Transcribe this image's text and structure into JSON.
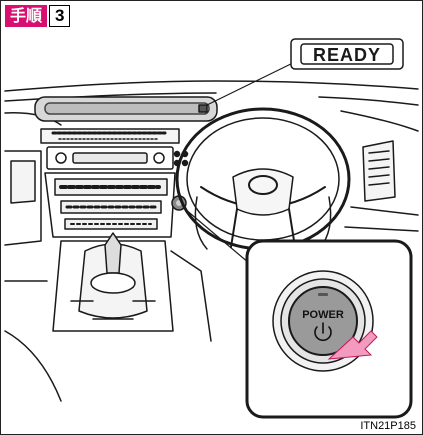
{
  "step": {
    "label": "手順",
    "number": "3"
  },
  "indicator": {
    "text": "READY"
  },
  "power_button": {
    "label": "POWER",
    "icon": "power-icon"
  },
  "figure_code": "ITN21P185",
  "colors": {
    "accent": "#d60f70",
    "button_face": "#9a9a9a",
    "line": "#1a1a1a"
  }
}
